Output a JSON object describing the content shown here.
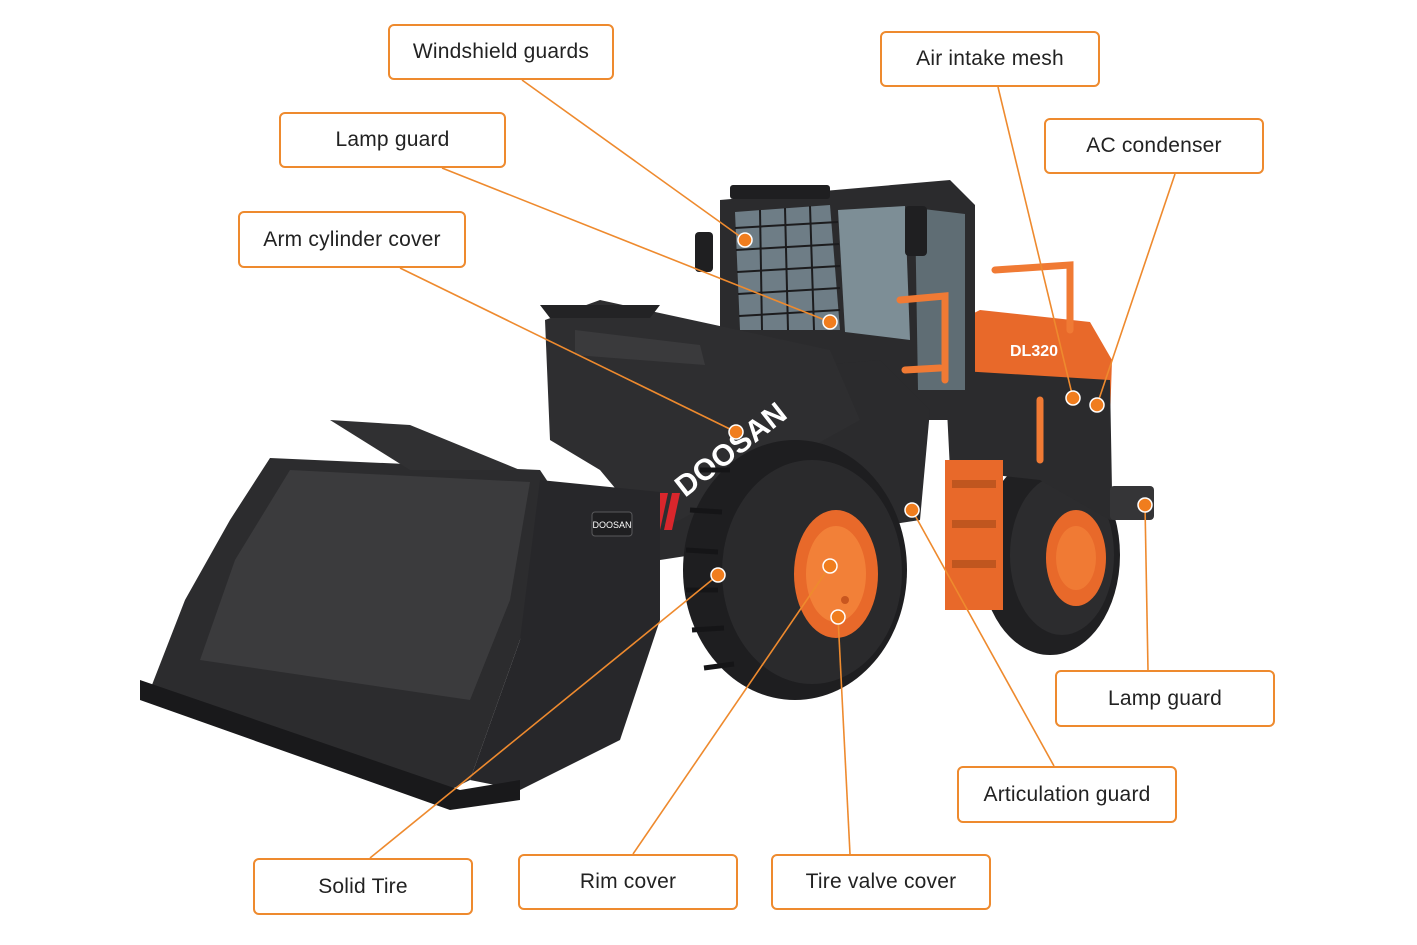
{
  "diagram": {
    "subject": "Doosan DL320 wheel loader",
    "brand_marks": [
      "DOOSAN",
      "DL320"
    ],
    "colors": {
      "accent_line": "#ee8a2e",
      "dot": "#f07d1e",
      "machine_orange": "#e8692a",
      "machine_dark": "#2b2b2d"
    },
    "callouts": [
      {
        "id": "windshield-guards",
        "label": "Windshield guards"
      },
      {
        "id": "air-intake-mesh",
        "label": "Air intake mesh"
      },
      {
        "id": "lamp-guard-cab",
        "label": "Lamp guard"
      },
      {
        "id": "ac-condenser",
        "label": "AC condenser"
      },
      {
        "id": "arm-cylinder-cover",
        "label": "Arm cylinder cover"
      },
      {
        "id": "lamp-guard-rear",
        "label": "Lamp guard"
      },
      {
        "id": "articulation-guard",
        "label": "Articulation guard"
      },
      {
        "id": "solid-tire",
        "label": "Solid Tire"
      },
      {
        "id": "rim-cover",
        "label": "Rim cover"
      },
      {
        "id": "tire-valve-cover",
        "label": "Tire valve cover"
      }
    ]
  }
}
